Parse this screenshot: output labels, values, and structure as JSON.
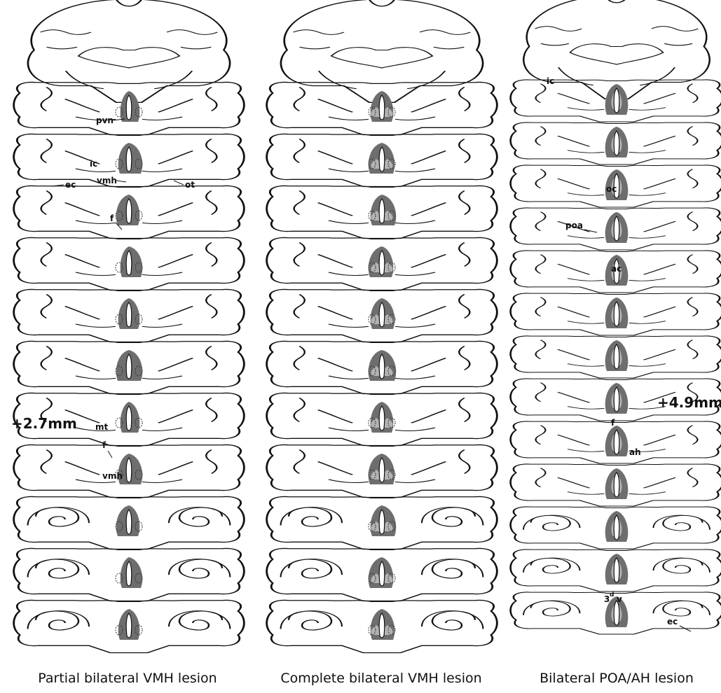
{
  "panels": [
    {
      "id": "partial",
      "title": "Partial bilateral VMH lesion",
      "section_count": 11,
      "annotations": {
        "pvn": "pvn",
        "ic": "ic",
        "ec": "ec",
        "vmh": "vmh",
        "ot": "ot",
        "f": "f",
        "mt": "mt",
        "f2": "f",
        "vmh2": "vmh"
      },
      "level_marker": "+2.7mm"
    },
    {
      "id": "complete",
      "title": "Complete bilateral VMH lesion",
      "section_count": 11
    },
    {
      "id": "poaah",
      "title": "Bilateral POA/AH lesion",
      "section_count": 13,
      "annotations": {
        "ic": "ic",
        "oc": "oc",
        "poa": "poa",
        "ac": "ac",
        "f": "f",
        "ah": "ah",
        "third_v": "3",
        "third_v_sup": "d",
        "third_v_v": "v",
        "ec": "ec"
      },
      "level_marker": "+4.9mm"
    }
  ],
  "colors": {
    "outline": "#111111",
    "lesion": "#6e6e6e",
    "lesion_light": "#b3b3b3",
    "background": "#ffffff"
  }
}
